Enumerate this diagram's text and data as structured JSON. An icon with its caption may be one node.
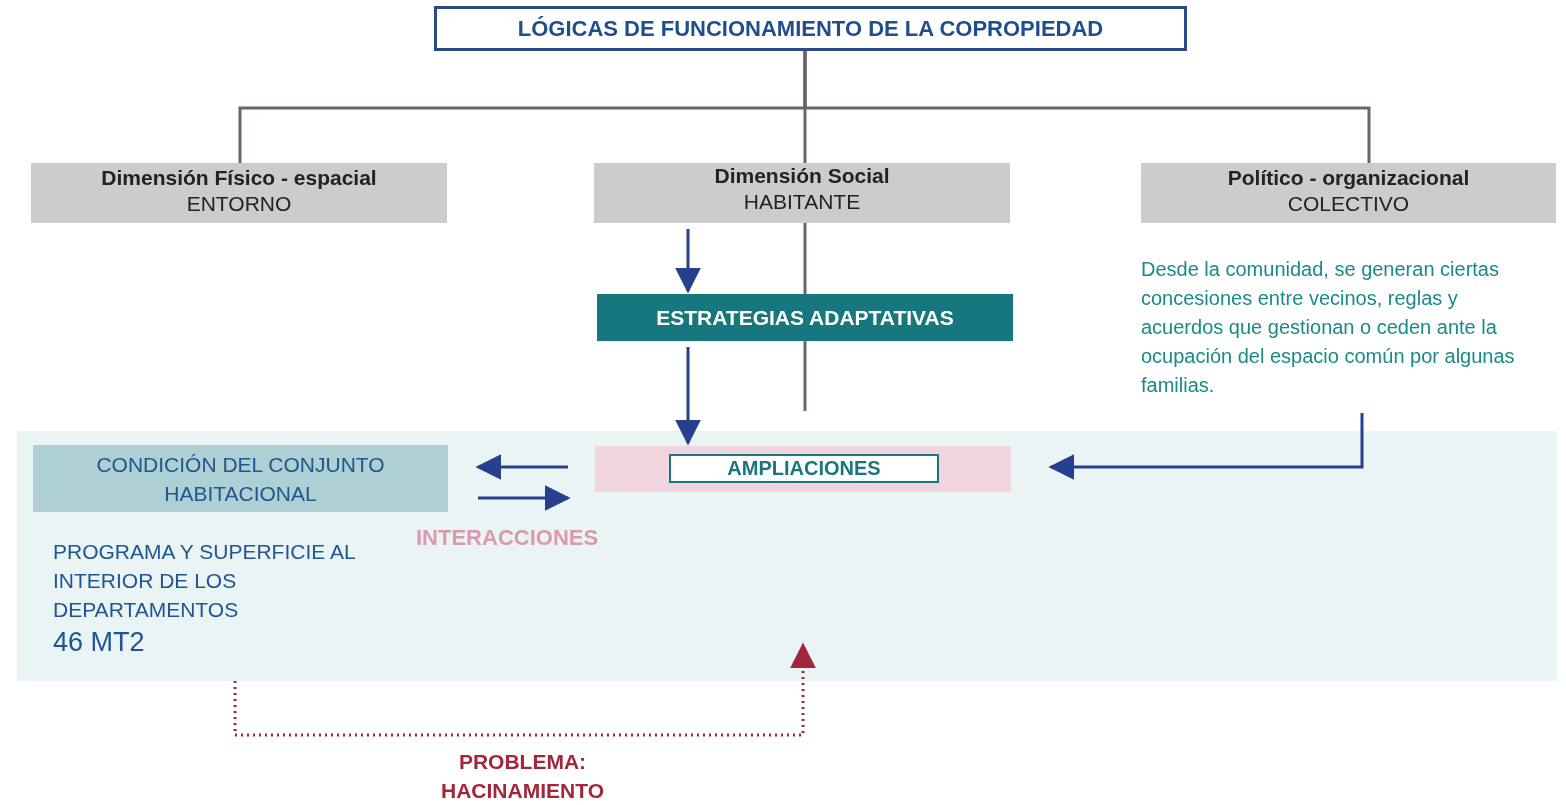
{
  "diagram": {
    "nodes": [
      {
        "text": [
          "LÓGICAS DE FUNCIONAMIENTO DE LA COPROPIEDAD"
        ]
      },
      {
        "text": [
          "Dimensión Físico - espacial",
          "ENTORNO"
        ]
      },
      {
        "text": [
          "Dimensión Social",
          "HABITANTE"
        ]
      },
      {
        "text": [
          "Político - organizacional",
          "COLECTIVO"
        ]
      },
      {
        "text": [
          "Desde la comunidad, se generan ciertas concesiones entre vecinos, reglas y acuerdos que gestionan o ceden ante la ocupación del espacio común por algunas familias."
        ]
      },
      {
        "text": [
          "ESTRATEGIAS ADAPTATIVAS"
        ]
      },
      {
        "text": [],
        "shape": "box"
      },
      {
        "text": [
          "CONDICIÓN DEL CONJUNTO HABITACIONAL"
        ],
        "in": 6
      },
      {
        "text": [],
        "shape": "box",
        "in": 6
      },
      {
        "text": [
          "AMPLIACIONES"
        ],
        "in": 8
      },
      {
        "text": [
          "PROGRAMA Y SUPERFICIE AL INTERIOR DE LOS DEPARTAMENTOS",
          "46 MT2"
        ],
        "in": 6
      }
    ],
    "edges": [
      {
        "from": 0,
        "to": 1,
        "arrow": "none",
        "color": "#6e6465"
      },
      {
        "from": 0,
        "to": 2,
        "arrow": "none",
        "color": "#6e6465"
      },
      {
        "from": 0,
        "to": 3,
        "arrow": "none",
        "color": "#6e6465"
      },
      {
        "from": 2,
        "to": 5,
        "arrow": "to"
      },
      {
        "from": 5,
        "to": 8,
        "arrow": "to"
      },
      {
        "from": 8,
        "to": 7,
        "arrow": "to"
      },
      {
        "from": 7,
        "to": 8,
        "arrow": "to"
      },
      {
        "from": 4,
        "to": 8,
        "arrow": "to"
      },
      {
        "from": 10,
        "to": null,
        "arrow": "to",
        "style": "dashed",
        "color": "#a3263a",
        "label": "PROBLEMA: HACINAMIENTO"
      }
    ],
    "labels": [
      "INTERACCIONES"
    ]
  }
}
